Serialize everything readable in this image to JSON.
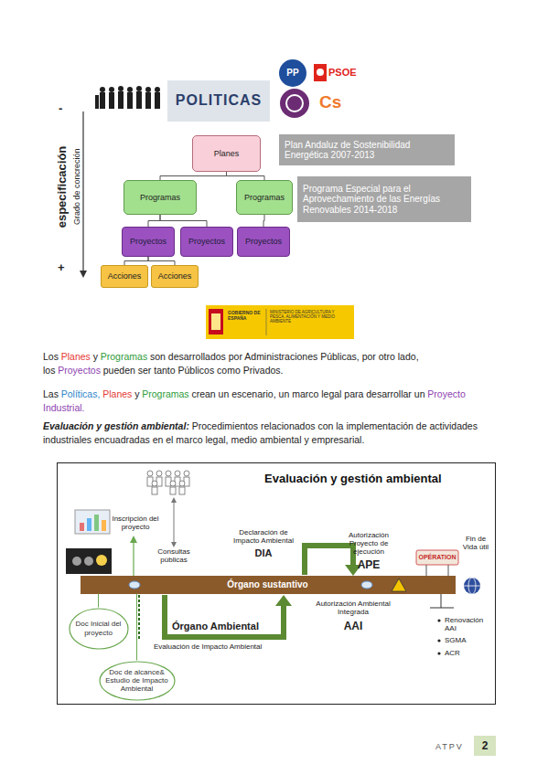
{
  "diagram": {
    "nodes": [
      {
        "text": [
          "POLITICAS"
        ]
      },
      {
        "text": [
          "Planes"
        ]
      },
      {
        "text": [
          "Plan Andaluz de Sostenibilidad Energética 2007-2013"
        ]
      },
      {
        "text": [
          "Programas"
        ]
      },
      {
        "text": [
          "Programas"
        ]
      },
      {
        "text": [
          "Programa Especial para el Aprovechamiento de las Energías Renovables 2014-2018"
        ]
      },
      {
        "text": [
          "Proyectos"
        ]
      },
      {
        "text": [
          "Proyectos"
        ]
      },
      {
        "text": [
          "Proyectos"
        ]
      },
      {
        "text": [
          "Acciones"
        ]
      },
      {
        "text": [
          "Acciones"
        ]
      },
      {
        "text": [
          "Evaluación y gestión ambiental"
        ]
      },
      {
        "text": [
          "Órgano sustantivo"
        ],
        "in": 11
      },
      {
        "text": [
          "Doc Inicial del proyecto"
        ],
        "in": 11
      },
      {
        "text": [
          "Doc de alcance& Estudio de Impacto Ambiental"
        ],
        "in": 11
      }
    ],
    "edges": [
      {
        "from": 1,
        "to": 3,
        "arrow": "none"
      },
      {
        "from": 1,
        "to": 4,
        "arrow": "none"
      },
      {
        "from": 3,
        "to": 6,
        "arrow": "none"
      },
      {
        "from": 3,
        "to": 7,
        "arrow": "none"
      },
      {
        "from": 4,
        "to": 8,
        "arrow": "none"
      },
      {
        "from": 6,
        "to": 9,
        "arrow": "none"
      },
      {
        "from": 6,
        "to": 10,
        "arrow": "none"
      },
      {
        "from": 13,
        "to": 12,
        "arrow": "none"
      },
      {
        "from": 14,
        "to": 12,
        "arrow": "none"
      }
    ],
    "labels": [
      "PP",
      "PSOE",
      "Cs",
      "-",
      "especificación",
      "Grado de concreción",
      "+",
      "GOBIERNO DE ESPAÑA",
      "MINISTERIO DE AGRICULTURA Y PESCA, ALIMENTACIÓN Y MEDIO AMBIENTE",
      "Los",
      "Planes",
      "y",
      "Programas",
      "son desarrollados por Administraciones Públicas, por otro lado, los",
      "Proyectos",
      "pueden ser tanto Públicos como Privados.",
      "Las",
      "Políticas,",
      "Planes",
      "y",
      "Programas",
      "crean un escenario, un marco legal para desarrollar un",
      "Proyecto Industrial.",
      "Evaluación y gestión ambiental:",
      "Procedimientos relacionados con la implementación de actividades industriales encuadradas en el marco legal, medio ambiental y empresarial.",
      "Inscripción del proyecto",
      "Consultas públicas",
      "Declaración de Impacto Ambiental",
      "DIA",
      "Autorización Proyecto de ejecución",
      "APE",
      "Fin de Vida útil",
      "OPÉRATION",
      "Autorización Ambiental Integrada",
      "AAI",
      "Órgano Ambiental",
      "Evaluación de Impacto Ambiental",
      "Renovación AAI",
      "SGMA",
      "ACR",
      "ATPV",
      "2"
    ]
  }
}
